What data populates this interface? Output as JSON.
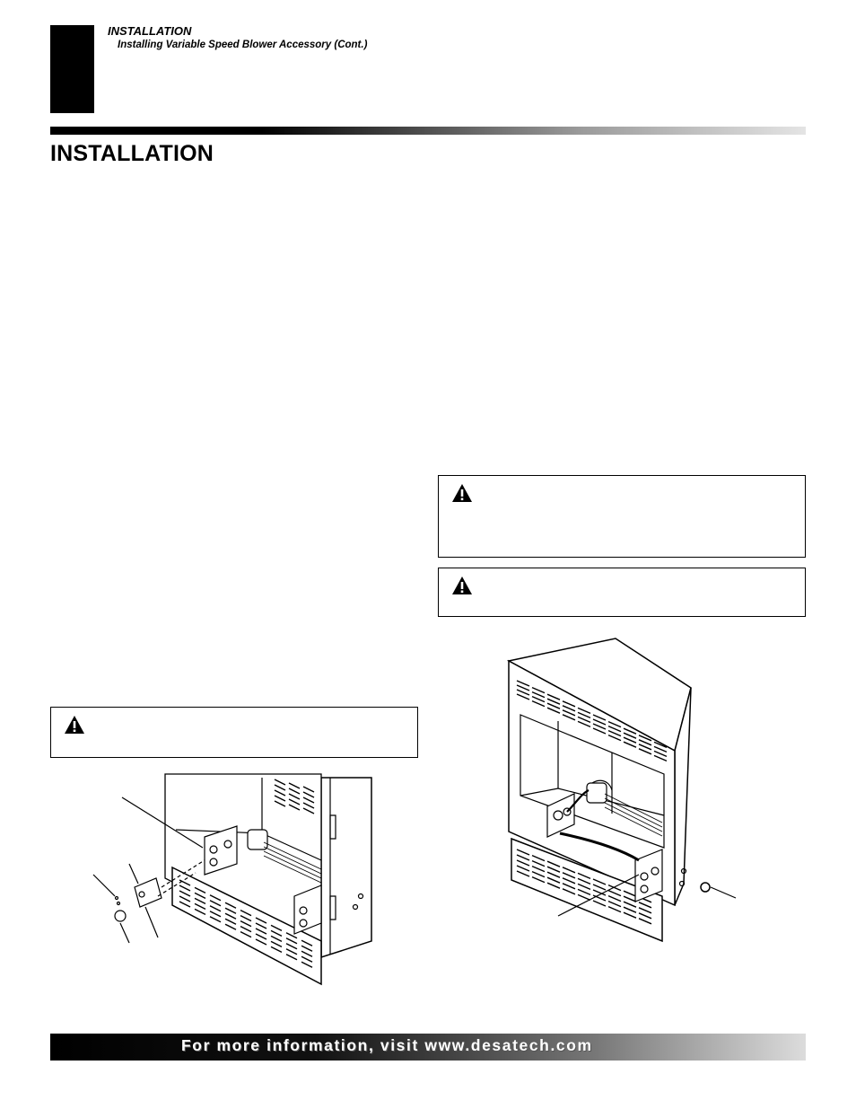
{
  "header": {
    "section": "INSTALLATION",
    "subsection": "Installing Variable Speed Blower Accessory (Cont.)"
  },
  "page_title": "INSTALLATION",
  "warnings": [
    {
      "icon": "warning-triangle-icon"
    },
    {
      "icon": "warning-triangle-icon"
    },
    {
      "icon": "warning-triangle-icon"
    }
  ],
  "figures": [
    {
      "name": "blower-installation-left-figure"
    },
    {
      "name": "blower-installation-right-figure"
    }
  ],
  "footer": {
    "text": "For more information, visit www.desatech.com"
  },
  "colors": {
    "ink": "#000000",
    "paper": "#ffffff"
  }
}
